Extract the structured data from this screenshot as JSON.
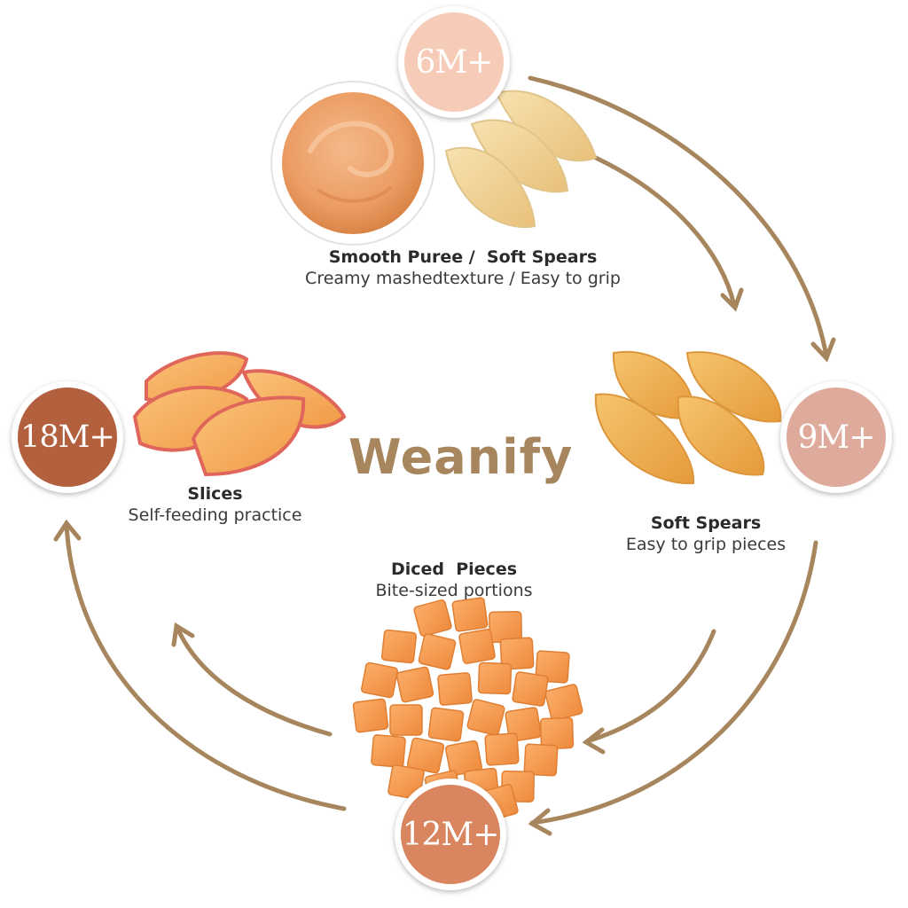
{
  "brand": {
    "logo_text": "Weanify",
    "accent_color": "#a7865d"
  },
  "stages": [
    {
      "age": "6M+",
      "title": "Smooth Puree /  Soft Spears",
      "description": "Creamy mashedtexture / Easy to grip",
      "badge_color": "#f6cbb7"
    },
    {
      "age": "9M+",
      "title": "Soft Spears",
      "description": "Easy to grip pieces",
      "badge_color": "#deaa9c"
    },
    {
      "age": "12M+",
      "title": "Diced  Pieces",
      "description": "Bite-sized portions",
      "badge_color": "#d88560"
    },
    {
      "age": "18M+",
      "title": "Slices",
      "description": "Self-feeding practice",
      "badge_color": "#b3603f"
    }
  ],
  "arrow_color": "#a7865d"
}
